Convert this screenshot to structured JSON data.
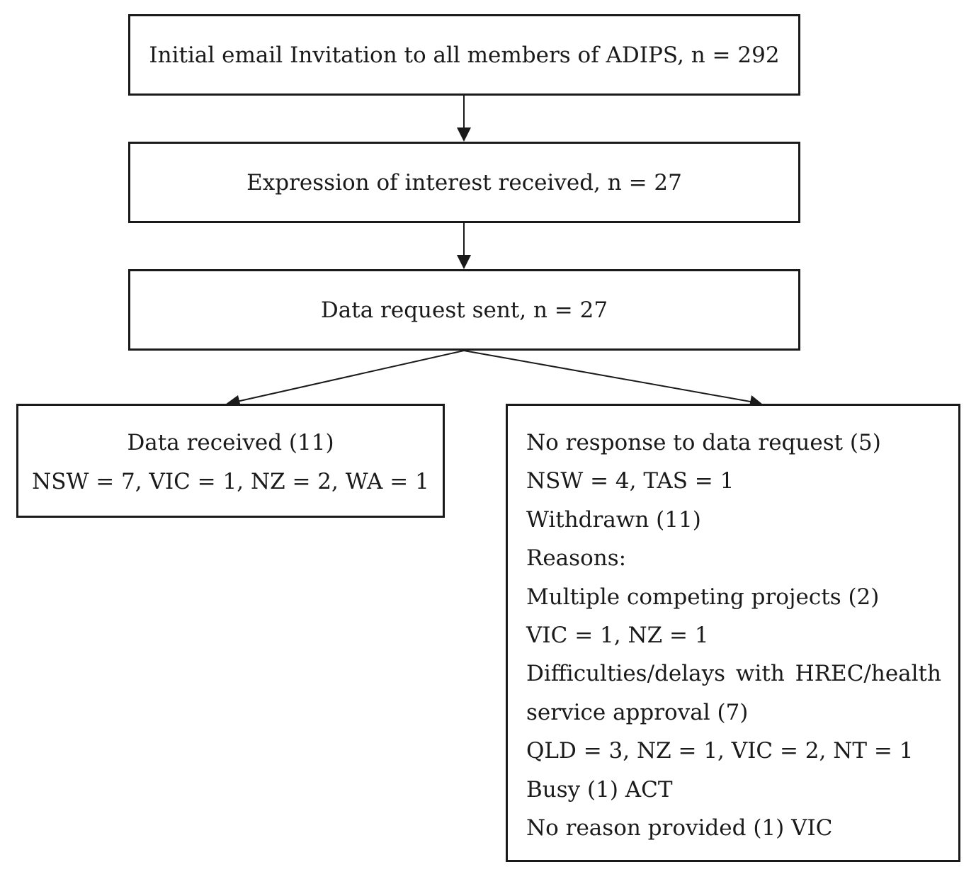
{
  "boxes": {
    "invite": "Initial email Invitation to all members of ADIPS, n = 292",
    "interest": "Expression of interest received, n = 27",
    "request": "Data request sent, n = 27",
    "received": {
      "title": "Data received (11)",
      "detail": "NSW = 7, VIC = 1, NZ = 2, WA = 1"
    },
    "no_response": {
      "lines": [
        "No response to data request (5)",
        "NSW = 4, TAS = 1",
        "Withdrawn (11)",
        "Reasons:",
        "Multiple competing projects (2)",
        "VIC = 1, NZ = 1",
        "Difficulties/delays with HREC/health",
        "service approval (7)",
        "QLD = 3, NZ = 1, VIC = 2, NT = 1",
        "Busy (1) ACT",
        "No reason provided (1) VIC"
      ]
    }
  },
  "colors": {
    "stroke": "#1a1a1a",
    "background": "#ffffff"
  }
}
